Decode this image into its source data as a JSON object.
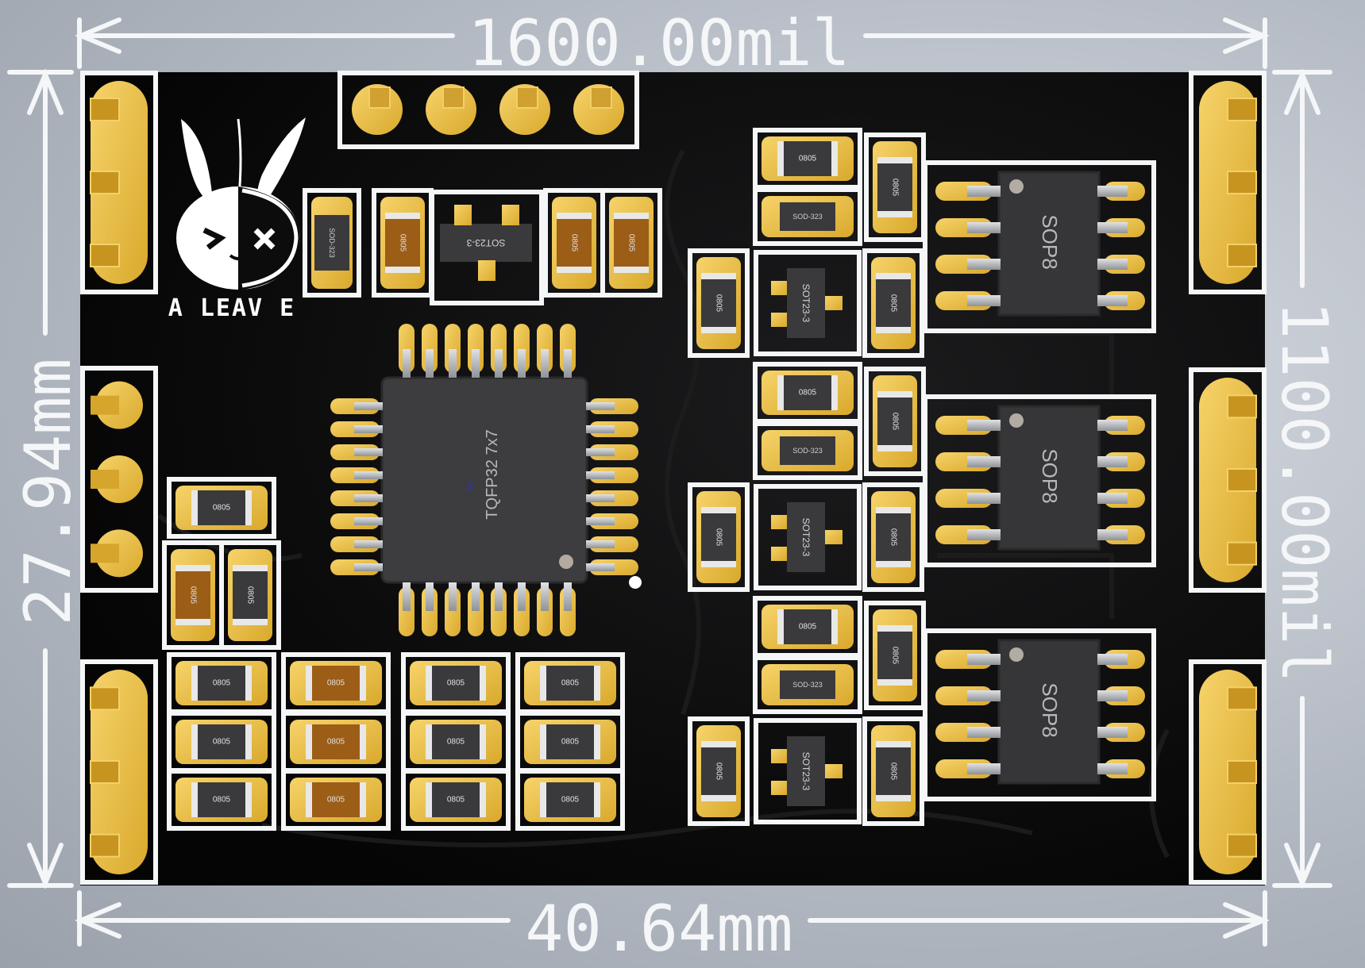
{
  "dimensions": {
    "width_top": "1600.00mil",
    "width_bottom": "40.64mm",
    "height_left": "27.94mm",
    "height_right": "1100.00mil"
  },
  "logo": {
    "text": "A LEAV E"
  },
  "components": {
    "mcu": {
      "package": "TQFP32 7x7",
      "marker": "Z"
    },
    "sop8": [
      "SOP8",
      "SOP8",
      "SOP8"
    ],
    "sot23_top": "SOT23-3",
    "sot23_right": [
      "SOT23-3",
      "SOT23-3",
      "SOT23-3"
    ],
    "sod323": [
      "SOD-323",
      "SOD-323",
      "SOD-323",
      "SOD-323"
    ],
    "r0805": "0805"
  },
  "colors": {
    "board": "#0c0c0c",
    "silk": "#f4f6f8",
    "pad": "#e9bf45",
    "body_dark": "#3a3a3c",
    "body_brown": "#9c5d17",
    "pin": "#b9bcc0"
  }
}
